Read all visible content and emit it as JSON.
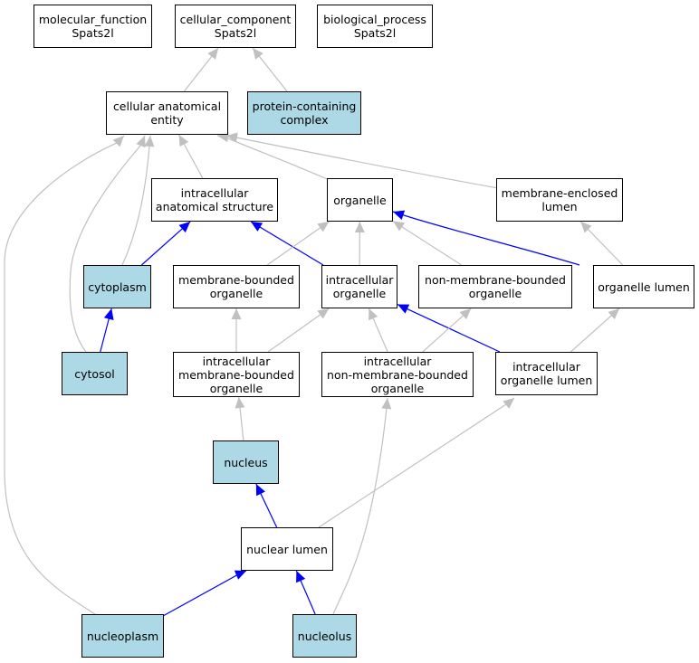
{
  "colors": {
    "highlight_fill": "#add8e6",
    "plain_fill": "#ffffff",
    "edge_gray": "#c0c0c0",
    "edge_blue": "#0000ff"
  },
  "nodes": {
    "mf": {
      "lines": [
        "molecular_function",
        "Spats2l"
      ],
      "highlighted": false
    },
    "cc": {
      "lines": [
        "cellular_component",
        "Spats2l"
      ],
      "highlighted": false
    },
    "bp": {
      "lines": [
        "biological_process",
        "Spats2l"
      ],
      "highlighted": false
    },
    "cae": {
      "lines": [
        "cellular anatomical",
        "entity"
      ],
      "highlighted": false
    },
    "pcc": {
      "lines": [
        "protein-containing",
        "complex"
      ],
      "highlighted": true
    },
    "ias": {
      "lines": [
        "intracellular",
        "anatomical structure"
      ],
      "highlighted": false
    },
    "org": {
      "lines": [
        "organelle"
      ],
      "highlighted": false
    },
    "mel": {
      "lines": [
        "membrane-enclosed",
        "lumen"
      ],
      "highlighted": false
    },
    "cyto": {
      "lines": [
        "cytoplasm"
      ],
      "highlighted": true
    },
    "mbo": {
      "lines": [
        "membrane-bounded",
        "organelle"
      ],
      "highlighted": false
    },
    "io": {
      "lines": [
        "intracellular",
        "organelle"
      ],
      "highlighted": false
    },
    "nmbo": {
      "lines": [
        "non-membrane-bounded",
        "organelle"
      ],
      "highlighted": false
    },
    "ol": {
      "lines": [
        "organelle lumen"
      ],
      "highlighted": false
    },
    "cytosol": {
      "lines": [
        "cytosol"
      ],
      "highlighted": true
    },
    "imbo": {
      "lines": [
        "intracellular",
        "membrane-bounded",
        "organelle"
      ],
      "highlighted": false
    },
    "inmbo": {
      "lines": [
        "intracellular",
        "non-membrane-bounded",
        "organelle"
      ],
      "highlighted": false
    },
    "iol": {
      "lines": [
        "intracellular",
        "organelle lumen"
      ],
      "highlighted": false
    },
    "nucleus": {
      "lines": [
        "nucleus"
      ],
      "highlighted": true
    },
    "nl": {
      "lines": [
        "nuclear lumen"
      ],
      "highlighted": false
    },
    "np": {
      "lines": [
        "nucleoplasm"
      ],
      "highlighted": true
    },
    "nucleolus": {
      "lines": [
        "nucleolus"
      ],
      "highlighted": true
    }
  },
  "edges": [
    {
      "from": "cae",
      "to": "cc",
      "color": "gray"
    },
    {
      "from": "pcc",
      "to": "cc",
      "color": "gray"
    },
    {
      "from": "ias",
      "to": "cae",
      "color": "gray"
    },
    {
      "from": "org",
      "to": "cae",
      "color": "gray"
    },
    {
      "from": "mel",
      "to": "cae",
      "color": "gray"
    },
    {
      "from": "cyto",
      "to": "cae",
      "color": "gray"
    },
    {
      "from": "cytosol",
      "to": "cae",
      "color": "gray"
    },
    {
      "from": "np",
      "to": "cae",
      "color": "gray"
    },
    {
      "from": "cyto",
      "to": "ias",
      "color": "blue"
    },
    {
      "from": "io",
      "to": "ias",
      "color": "blue"
    },
    {
      "from": "cytosol",
      "to": "cyto",
      "color": "blue"
    },
    {
      "from": "mbo",
      "to": "org",
      "color": "gray"
    },
    {
      "from": "io",
      "to": "org",
      "color": "gray"
    },
    {
      "from": "nmbo",
      "to": "org",
      "color": "gray"
    },
    {
      "from": "ol",
      "to": "org",
      "color": "blue"
    },
    {
      "from": "ol",
      "to": "mel",
      "color": "gray"
    },
    {
      "from": "imbo",
      "to": "mbo",
      "color": "gray"
    },
    {
      "from": "imbo",
      "to": "io",
      "color": "gray"
    },
    {
      "from": "inmbo",
      "to": "io",
      "color": "gray"
    },
    {
      "from": "iol",
      "to": "io",
      "color": "blue"
    },
    {
      "from": "inmbo",
      "to": "nmbo",
      "color": "gray"
    },
    {
      "from": "iol",
      "to": "ol",
      "color": "gray"
    },
    {
      "from": "nucleus",
      "to": "imbo",
      "color": "gray"
    },
    {
      "from": "nucleolus",
      "to": "inmbo",
      "color": "gray"
    },
    {
      "from": "nl",
      "to": "iol",
      "color": "gray"
    },
    {
      "from": "nl",
      "to": "nucleus",
      "color": "blue"
    },
    {
      "from": "np",
      "to": "nl",
      "color": "blue"
    },
    {
      "from": "nucleolus",
      "to": "nl",
      "color": "blue"
    }
  ]
}
